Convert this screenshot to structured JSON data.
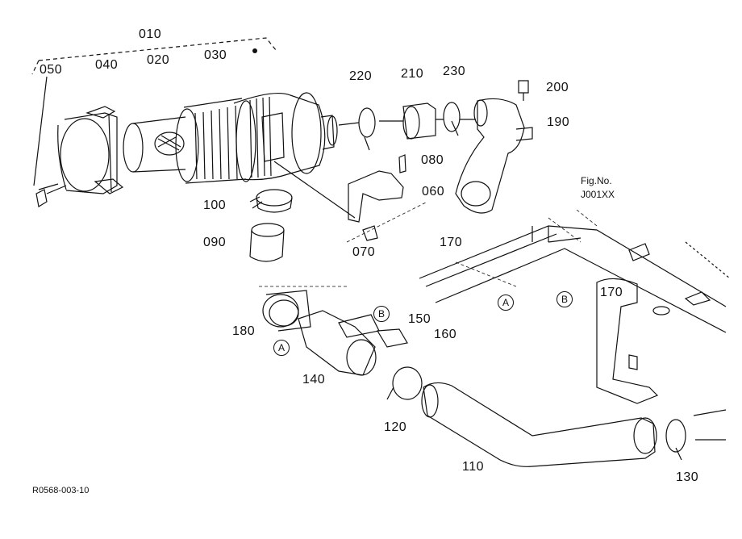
{
  "labels": {
    "p010": "010",
    "p020": "020",
    "p030": "030",
    "p040": "040",
    "p050": "050",
    "p060": "060",
    "p070": "070",
    "p080": "080",
    "p090": "090",
    "p100": "100",
    "p110": "110",
    "p120": "120",
    "p130": "130",
    "p140": "140",
    "p150": "150",
    "p160": "160",
    "p170a": "170",
    "p170b": "170",
    "p180": "180",
    "p190": "190",
    "p200": "200",
    "p210": "210",
    "p220": "220",
    "p230": "230"
  },
  "fig_ref": {
    "line1": "Fig.No.",
    "line2": "J001XX"
  },
  "callouts": {
    "a1": "A",
    "a2": "A",
    "b1": "B",
    "b2": "B"
  },
  "drawing_number": "R0568-003-10"
}
